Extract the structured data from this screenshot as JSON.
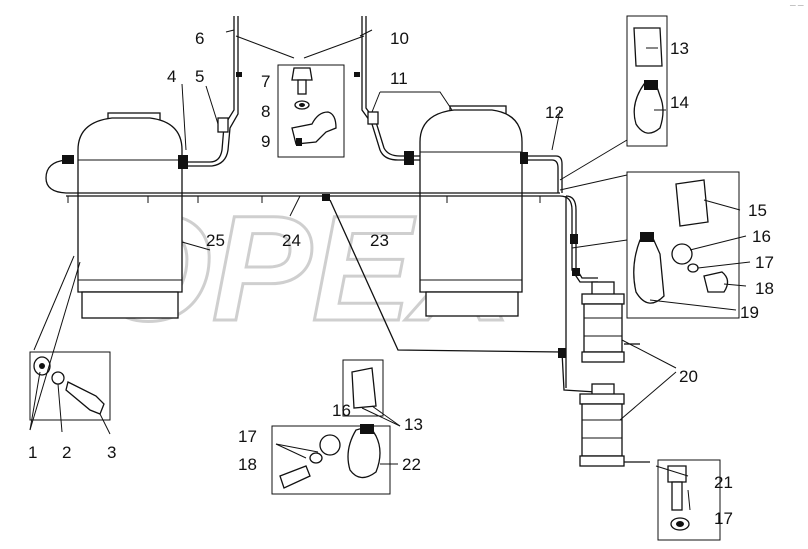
{
  "watermark": "OPEX",
  "corner_mark": "─ ─",
  "callouts": [
    {
      "id": "c1",
      "text": "1"
    },
    {
      "id": "c2",
      "text": "2"
    },
    {
      "id": "c3",
      "text": "3"
    },
    {
      "id": "c4",
      "text": "4"
    },
    {
      "id": "c5",
      "text": "5"
    },
    {
      "id": "c6",
      "text": "6"
    },
    {
      "id": "c7",
      "text": "7"
    },
    {
      "id": "c8",
      "text": "8"
    },
    {
      "id": "c9",
      "text": "9"
    },
    {
      "id": "c10",
      "text": "10"
    },
    {
      "id": "c11",
      "text": "11"
    },
    {
      "id": "c12",
      "text": "12"
    },
    {
      "id": "c13a",
      "text": "13"
    },
    {
      "id": "c14",
      "text": "14"
    },
    {
      "id": "c15",
      "text": "15"
    },
    {
      "id": "c16a",
      "text": "16"
    },
    {
      "id": "c17a",
      "text": "17"
    },
    {
      "id": "c18a",
      "text": "18"
    },
    {
      "id": "c19",
      "text": "19"
    },
    {
      "id": "c20",
      "text": "20"
    },
    {
      "id": "c21",
      "text": "21"
    },
    {
      "id": "c17c",
      "text": "17"
    },
    {
      "id": "c22",
      "text": "22"
    },
    {
      "id": "c13b",
      "text": "13"
    },
    {
      "id": "c16b",
      "text": "16"
    },
    {
      "id": "c17b",
      "text": "17"
    },
    {
      "id": "c18b",
      "text": "18"
    },
    {
      "id": "c23",
      "text": "23"
    },
    {
      "id": "c24",
      "text": "24"
    },
    {
      "id": "c25",
      "text": "25"
    }
  ]
}
